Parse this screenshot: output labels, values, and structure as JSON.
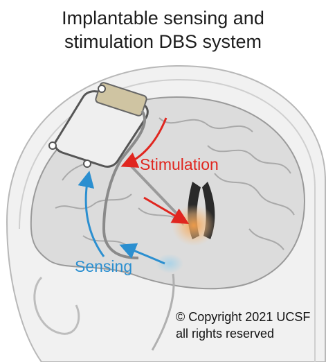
{
  "title_line1": "Implantable sensing and",
  "title_line2": "stimulation DBS system",
  "labels": {
    "stimulation": "Stimulation",
    "sensing": "Sensing"
  },
  "copyright": {
    "line1": "© Copyright 2021 UCSF",
    "line2": "all rights reserved"
  },
  "colors": {
    "stimulation": "#e0261f",
    "sensing": "#2b8fd0",
    "hotspot": "#f59a3a"
  }
}
